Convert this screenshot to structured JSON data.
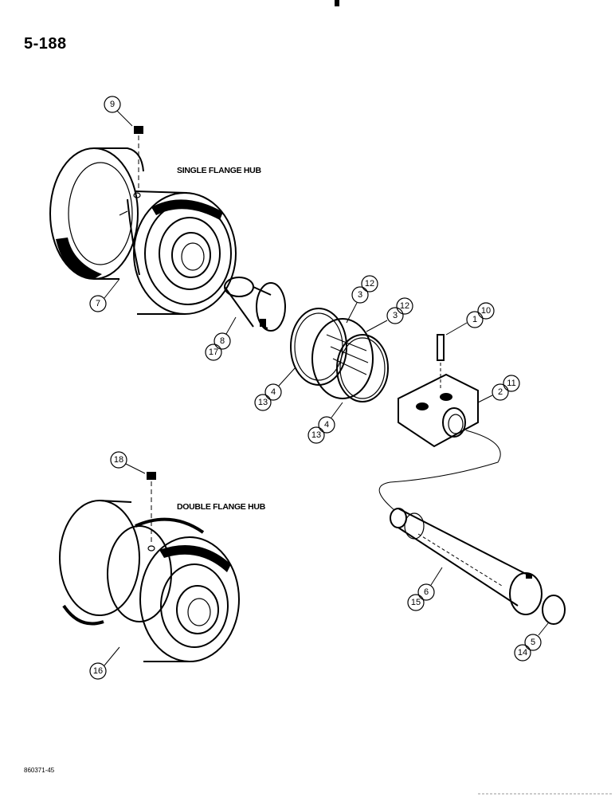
{
  "page": {
    "number": "5-188",
    "doc_code": "860371-45"
  },
  "labels": {
    "single_flange_hub": "SINGLE FLANGE HUB",
    "double_flange_hub": "DOUBLE FLANGE HUB"
  },
  "callouts": {
    "c1": "1",
    "c2": "2",
    "c3a": "3",
    "c3b": "3",
    "c4a": "4",
    "c4b": "4",
    "c5": "5",
    "c6": "6",
    "c7": "7",
    "c8": "8",
    "c9": "9",
    "c10": "10",
    "c11": "11",
    "c12a": "12",
    "c12b": "12",
    "c13a": "13",
    "c13b": "13",
    "c14": "14",
    "c15": "15",
    "c16": "16",
    "c17": "17",
    "c18": "18"
  }
}
